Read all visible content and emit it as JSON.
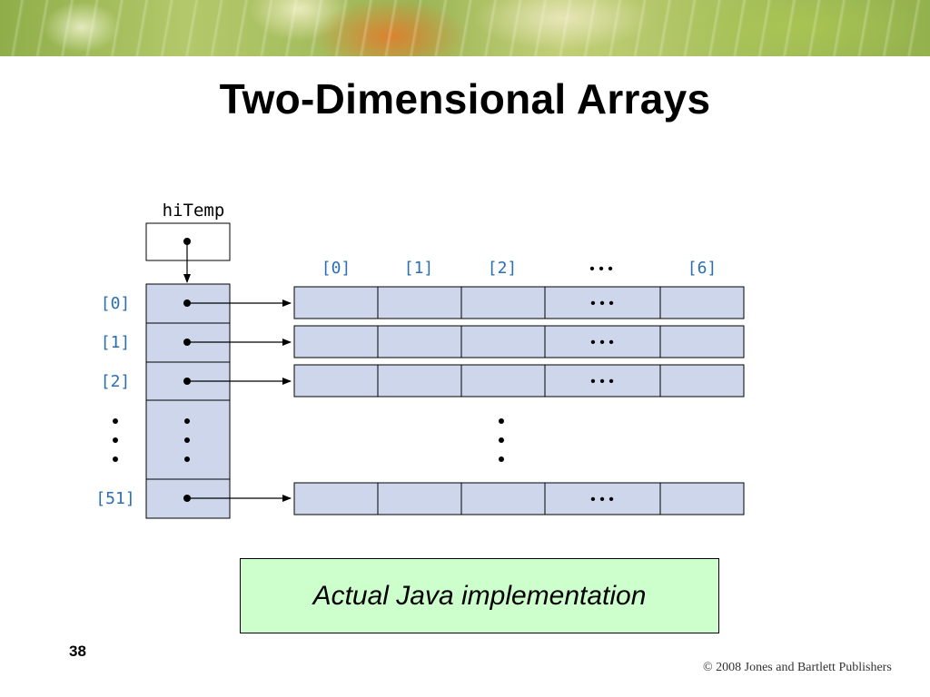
{
  "slide": {
    "title": "Two-Dimensional Arrays",
    "caption": "Actual Java implementation",
    "number": "38",
    "copyright": "© 2008 Jones and Bartlett Publishers"
  },
  "diagram": {
    "variable_name": "hiTemp",
    "row_labels": [
      "[0]",
      "[1]",
      "[2]",
      "[51]"
    ],
    "column_headers": [
      "[0]",
      "[1]",
      "[2]",
      "[6]"
    ],
    "ellipsis": "• • •",
    "colors": {
      "cell_fill": "#cdd6ea",
      "label_blue": "#2a6fb5",
      "caption_fill": "#ccffcc"
    }
  }
}
